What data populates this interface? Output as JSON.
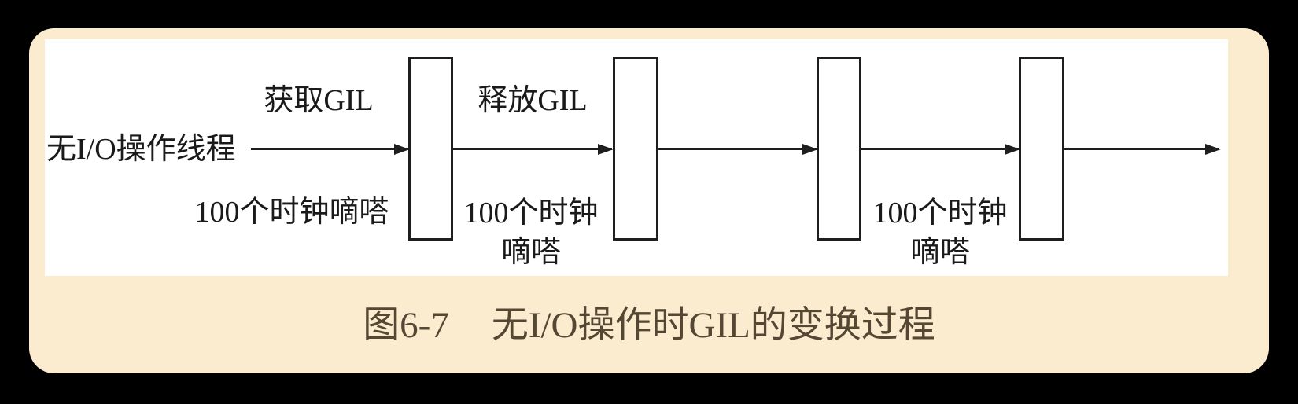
{
  "theme": {
    "page-bg": "#000000",
    "panel-bg": "#fbeccf",
    "diagram-bg": "#ffffff",
    "line-color": "#1e1e1e",
    "text-color": "#1a1a1a",
    "caption-color": "#544734"
  },
  "diagram": {
    "thread_label": "无I/O操作线程",
    "acquire_gil_label": "获取GIL",
    "release_gil_label": "释放GIL",
    "ticks_label_inline": "100个时钟嘀嗒",
    "ticks_label_line1": "100个时钟",
    "ticks_label_line2": "嘀嗒"
  },
  "caption": {
    "figure_label": "图6-7",
    "title": "无I/O操作时GIL的变换过程"
  }
}
